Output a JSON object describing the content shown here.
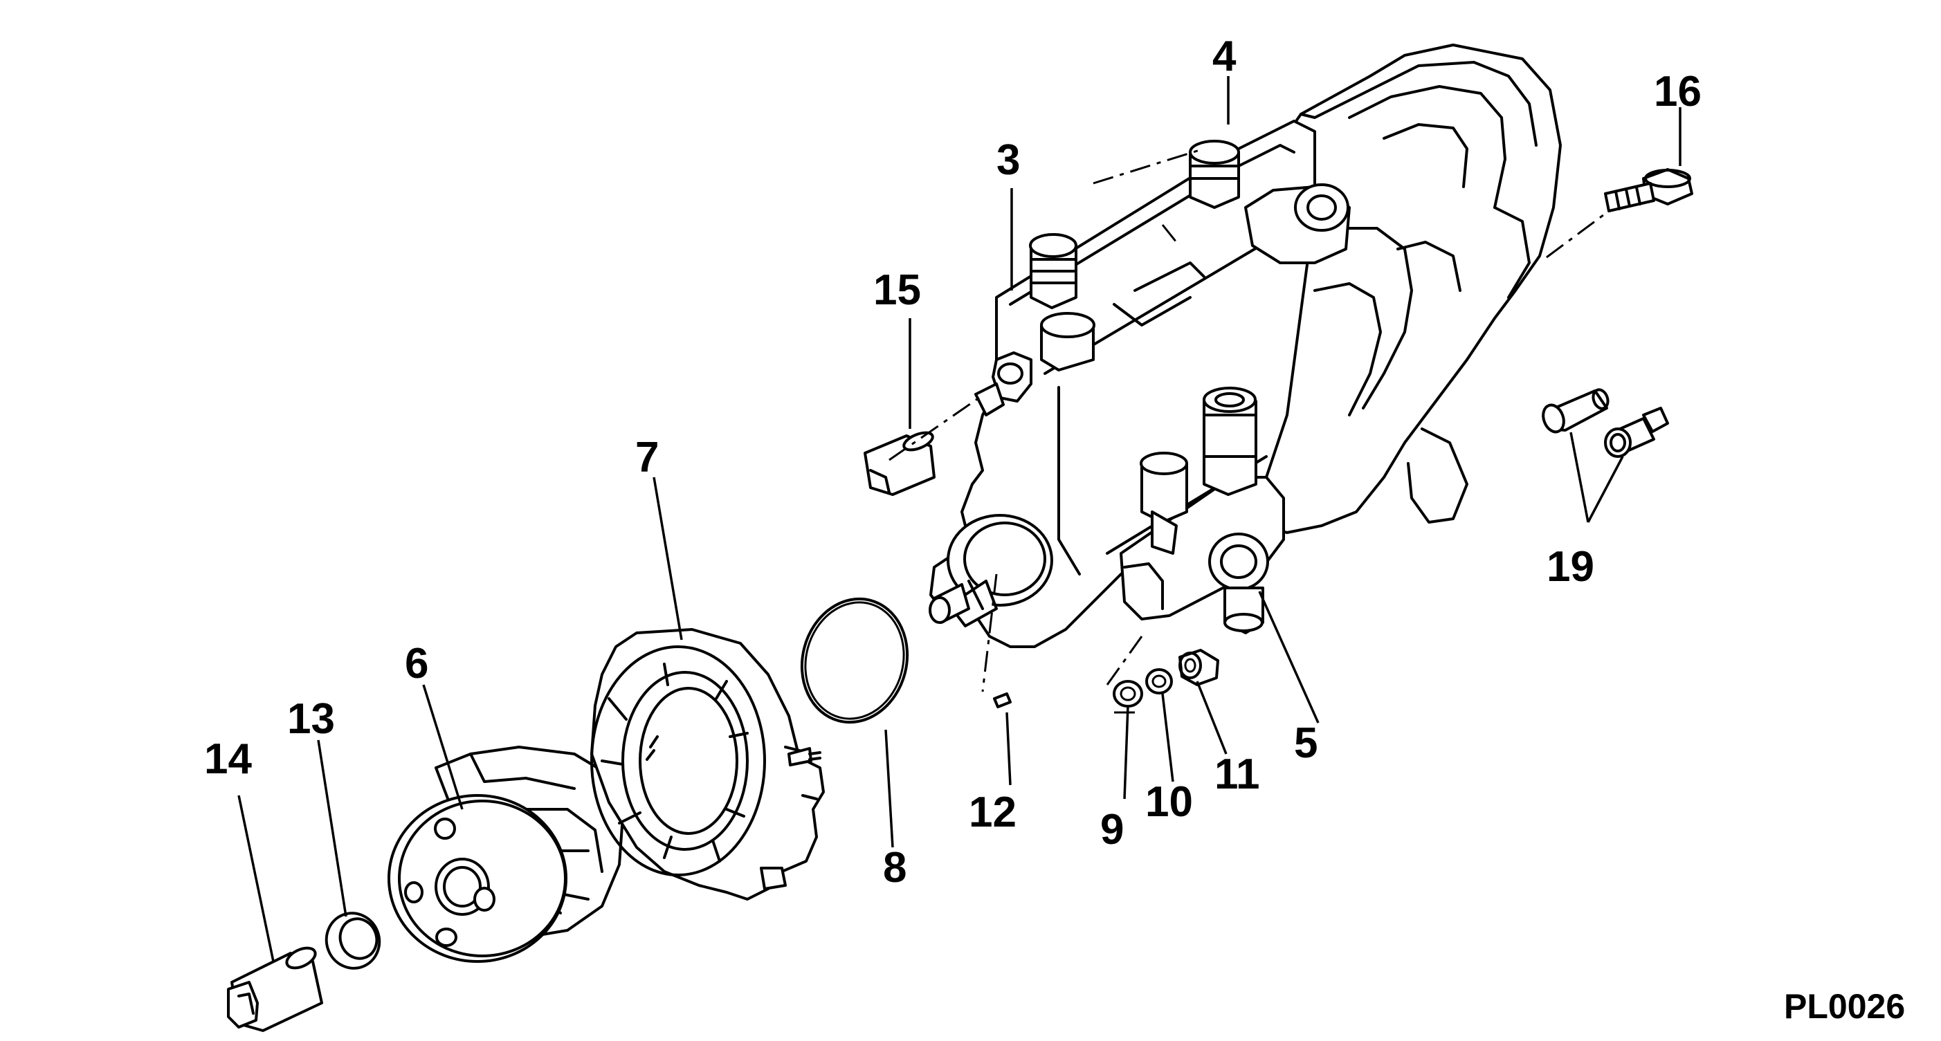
{
  "diagram": {
    "code": "PL0026",
    "labels": {
      "p3": "3",
      "p4": "4",
      "p5": "5",
      "p6": "6",
      "p7": "7",
      "p8": "8",
      "p9": "9",
      "p10": "10",
      "p11": "11",
      "p12": "12",
      "p13": "13",
      "p14": "14",
      "p15": "15",
      "p16": "16",
      "p19": "19"
    }
  }
}
